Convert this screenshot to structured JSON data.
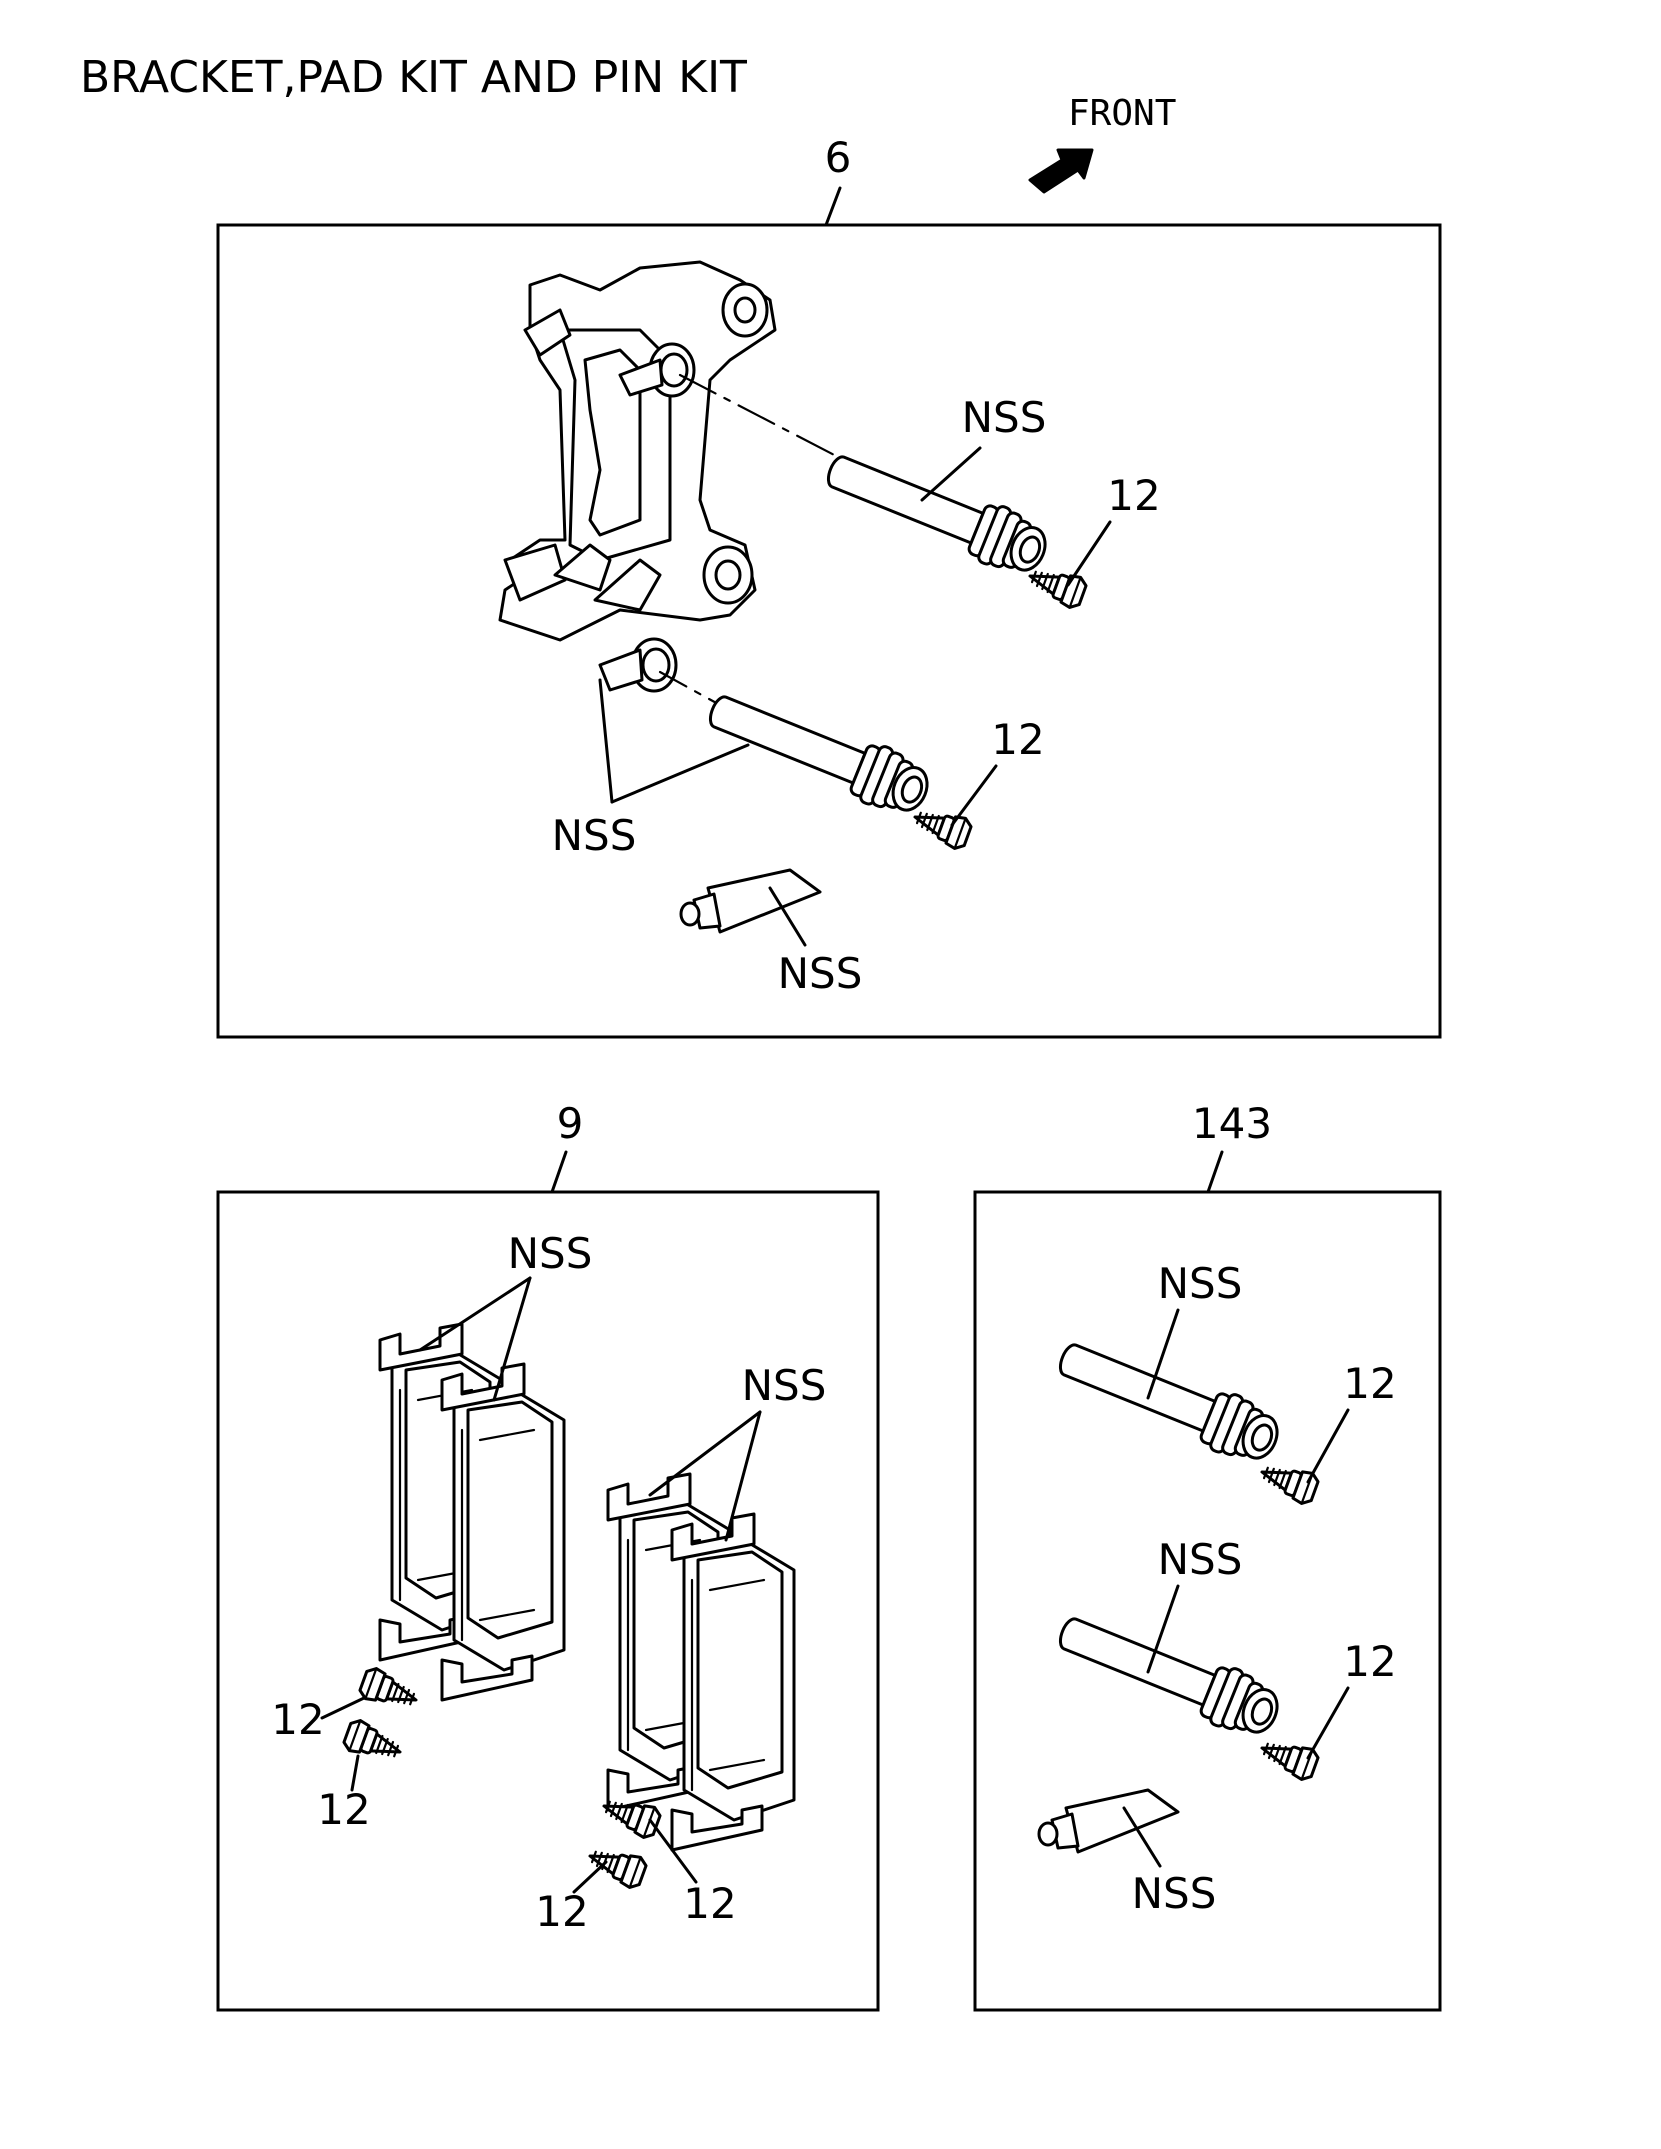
{
  "title": "BRACKET,PAD KIT AND PIN KIT",
  "direction": {
    "label": "FRONT",
    "icon": "front-arrow-icon"
  },
  "groups": {
    "bracket": {
      "number": "6",
      "labels": {
        "pin_upper": "NSS",
        "bolt_upper": "12",
        "bushings": "NSS",
        "bolt_lower": "12",
        "grease": "NSS"
      }
    },
    "pad_kit": {
      "number": "9",
      "labels": {
        "clips_left": "NSS",
        "clips_right": "NSS",
        "bolt_a": "12",
        "bolt_b": "12",
        "bolt_c": "12",
        "bolt_d": "12"
      }
    },
    "pin_kit": {
      "number": "143",
      "labels": {
        "pin_upper": "NSS",
        "bolt_upper": "12",
        "pin_lower": "NSS",
        "bolt_lower": "12",
        "grease": "NSS"
      }
    }
  }
}
